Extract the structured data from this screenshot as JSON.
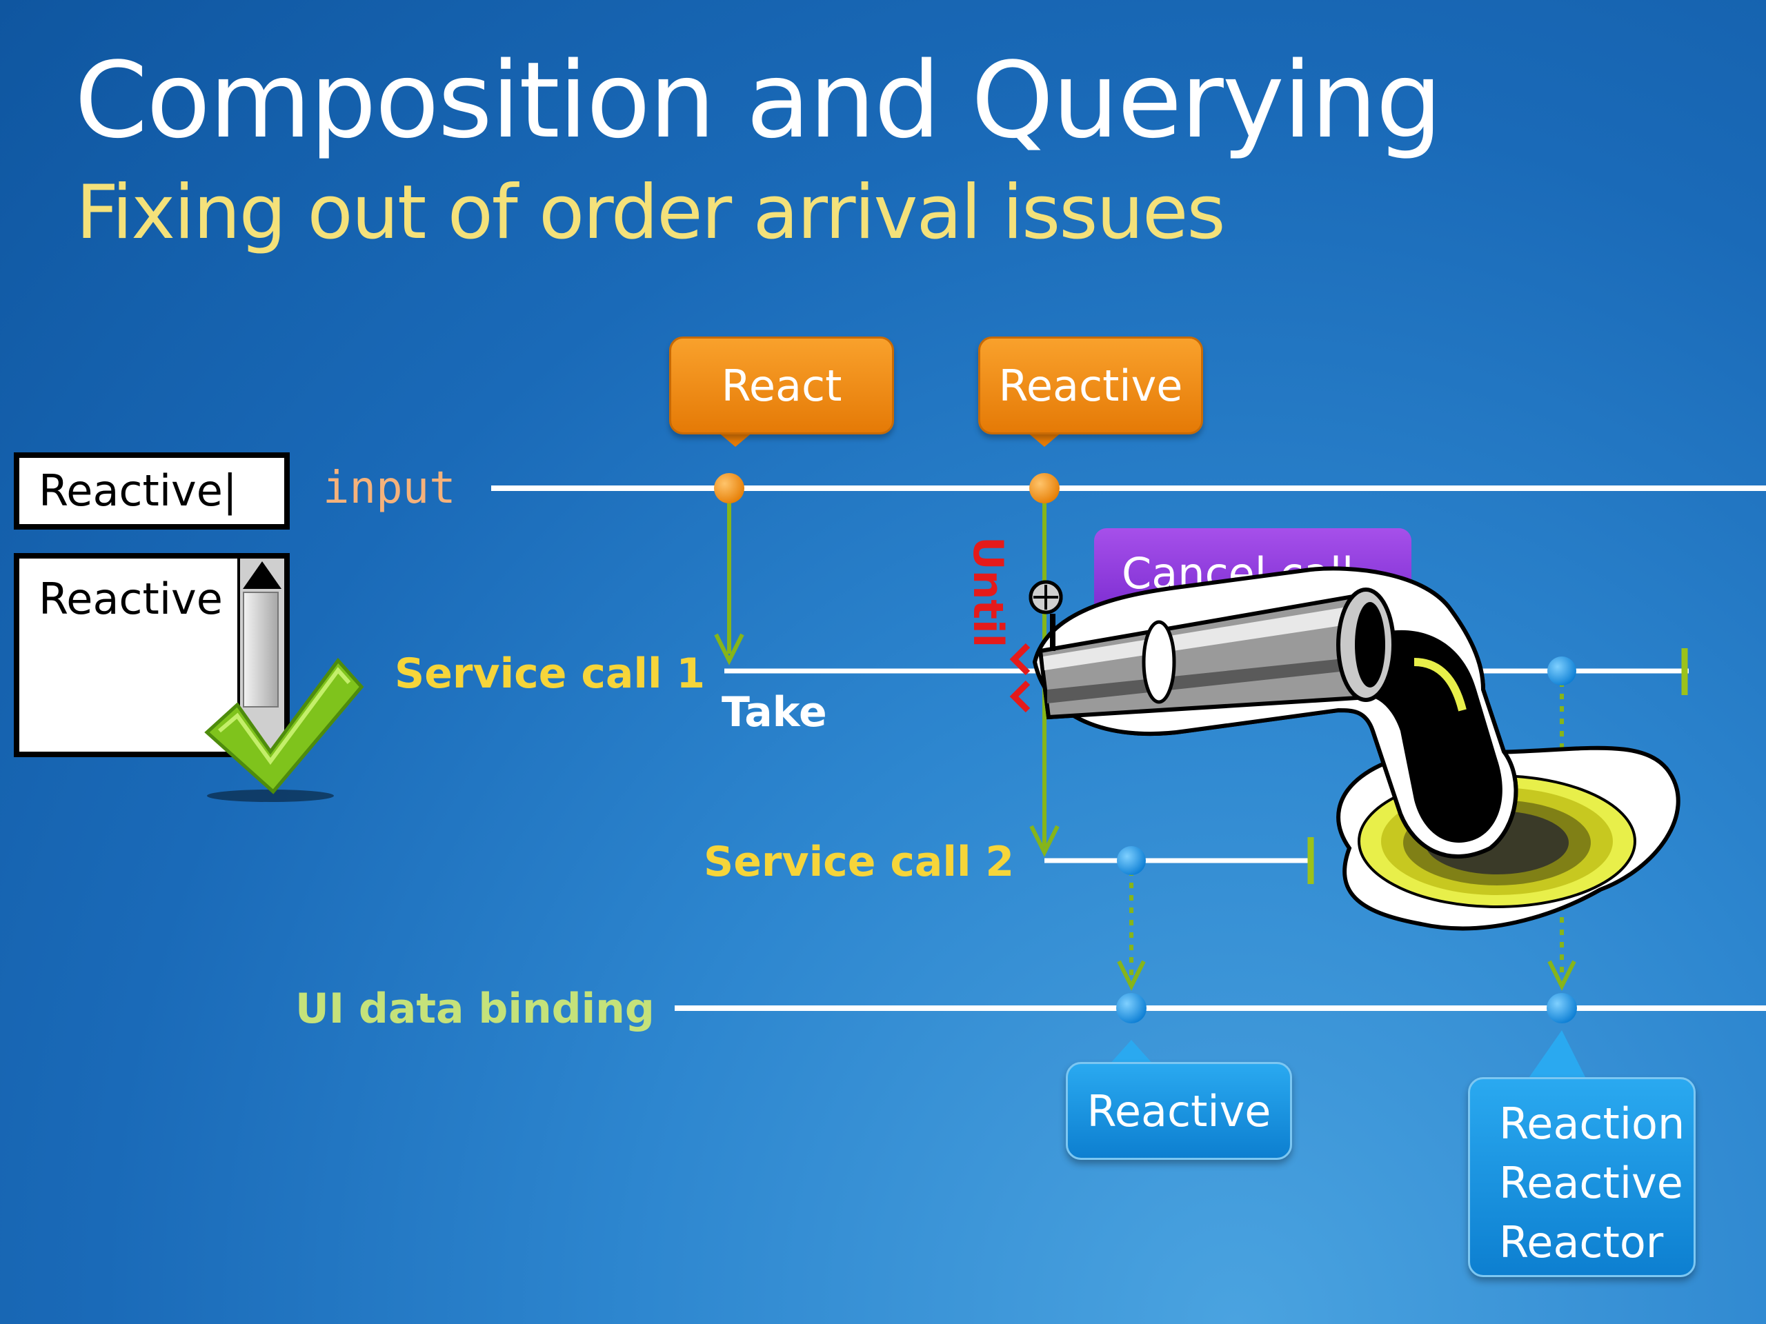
{
  "slide": {
    "title": "Composition and Querying",
    "subtitle": "Fixing out of order arrival issues"
  },
  "widgets": {
    "textbox_value": "Reactive|",
    "listbox_items": [
      "Reactive"
    ]
  },
  "lanes": {
    "input": "input",
    "service_call_1": "Service call 1",
    "service_call_2": "Service call 2",
    "ui_binding": "UI data binding"
  },
  "operators": {
    "take": "Take",
    "until": "Until"
  },
  "input_callouts": [
    "React",
    "Reactive"
  ],
  "cancel_label": "Cancel call",
  "output_callouts": {
    "first": "Reactive",
    "second": [
      "Reaction",
      "Reactive",
      "Reactor"
    ]
  },
  "colors": {
    "orange_marble": "#f7931e",
    "blue_marble": "#1a8fe0",
    "arrow_green": "#86b51a",
    "terminator": "#9cc21a",
    "cancel_purple": "#9440e0"
  },
  "icons": [
    "checkmark-icon",
    "pipe-clipart-icon"
  ]
}
